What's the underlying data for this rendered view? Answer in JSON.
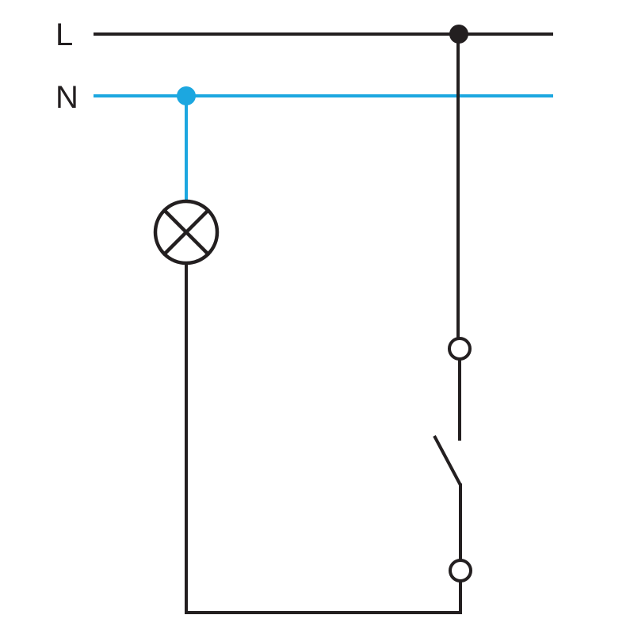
{
  "diagram": {
    "type": "wiring-schematic",
    "buses": [
      {
        "id": "L",
        "label": "L",
        "color": "#231f20"
      },
      {
        "id": "N",
        "label": "N",
        "color": "#1ca7e0"
      }
    ],
    "components": [
      {
        "id": "lamp",
        "kind": "lamp-symbol"
      },
      {
        "id": "switch",
        "kind": "single-pole-switch"
      }
    ],
    "colors": {
      "live_wire": "#231f20",
      "neutral_wire": "#1ca7e0",
      "background": "#ffffff"
    }
  }
}
